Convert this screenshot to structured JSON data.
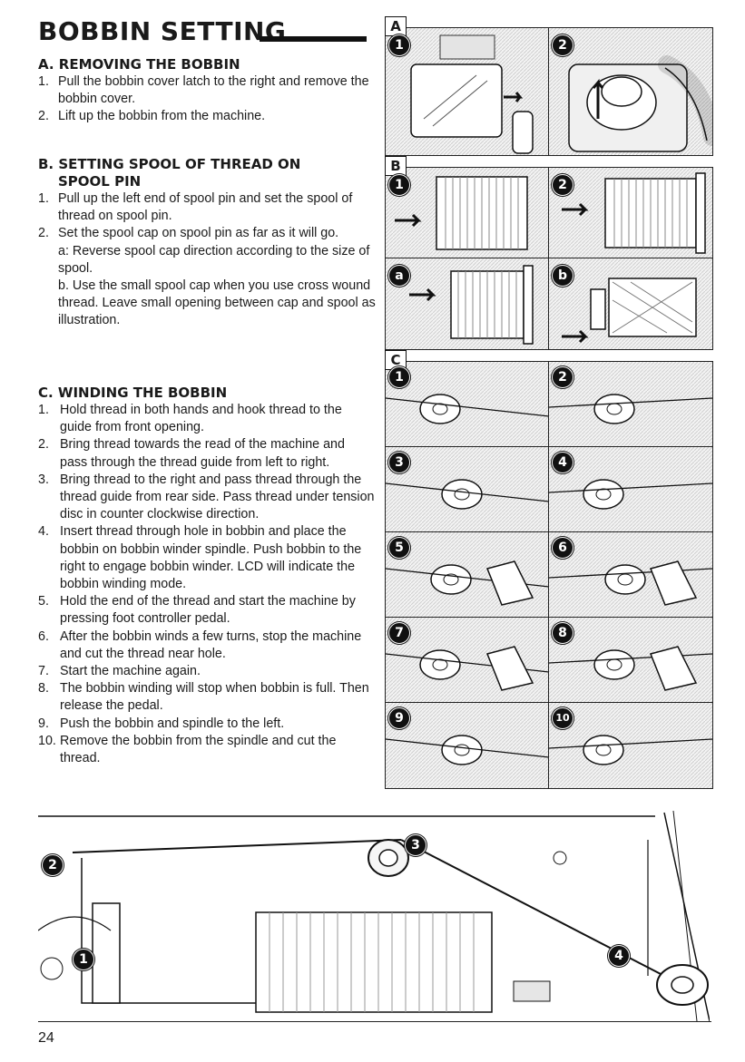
{
  "title": "BOBBIN SETTING",
  "sections": {
    "A": {
      "title": "A. REMOVING THE BOBBIN",
      "steps": [
        {
          "num": "1.",
          "text": "Pull the bobbin cover latch to the right and remove the bobbin cover."
        },
        {
          "num": "2.",
          "text": "Lift up the bobbin from the machine."
        }
      ]
    },
    "B": {
      "title_line1": "B. SETTING SPOOL OF THREAD ON",
      "title_line2": "SPOOL PIN",
      "steps": [
        {
          "num": "1.",
          "text": "Pull up the left end of spool pin and set the spool of thread on spool pin."
        },
        {
          "num": "2.",
          "text": "Set the spool cap on spool pin as far as it will go.",
          "note_a": "a: Reverse spool cap direction according to the size of spool.",
          "note_b": "b. Use the small spool cap when you use cross wound thread. Leave small opening between cap and spool as illustration."
        }
      ]
    },
    "C": {
      "title": "C. WINDING THE BOBBIN",
      "steps": [
        {
          "num": "1.",
          "text": "Hold thread in both hands and hook thread to the guide from front opening."
        },
        {
          "num": "2.",
          "text": "Bring thread towards the read of the machine and pass through the thread guide from left to right."
        },
        {
          "num": "3.",
          "text": "Bring thread to the right and pass thread through the thread guide from rear side. Pass thread under tension disc in counter clockwise direction."
        },
        {
          "num": "4.",
          "text": "Insert thread through hole in bobbin and place the bobbin on bobbin winder spindle. Push bobbin to the right to engage bobbin winder. LCD will indicate the bobbin winding mode."
        },
        {
          "num": "5.",
          "text": "Hold the end of the thread and start the machine by pressing foot controller pedal."
        },
        {
          "num": "6.",
          "text": "After the bobbin winds a few turns, stop the machine and cut the thread near hole."
        },
        {
          "num": "7.",
          "text": "Start the machine again."
        },
        {
          "num": "8.",
          "text": "The bobbin winding will stop when bobbin is full. Then release the pedal."
        },
        {
          "num": "9.",
          "text": "Push the bobbin and spindle to the left."
        },
        {
          "num": "10.",
          "text": "Remove the bobbin from the spindle and cut the thread."
        }
      ]
    }
  },
  "figures": {
    "A": {
      "tag": "A",
      "badges": [
        "1",
        "2"
      ]
    },
    "B": {
      "tag": "B",
      "badges": [
        "1",
        "2",
        "a",
        "b"
      ]
    },
    "C": {
      "tag": "C",
      "badges": [
        "1",
        "2",
        "3",
        "4",
        "5",
        "6",
        "7",
        "8",
        "9",
        "10"
      ]
    },
    "bottom": {
      "badges": [
        "1",
        "2",
        "3",
        "4"
      ]
    }
  },
  "page_number": "24",
  "colors": {
    "ink": "#111111",
    "tone": "#d9d9d9",
    "paper": "#ffffff"
  }
}
